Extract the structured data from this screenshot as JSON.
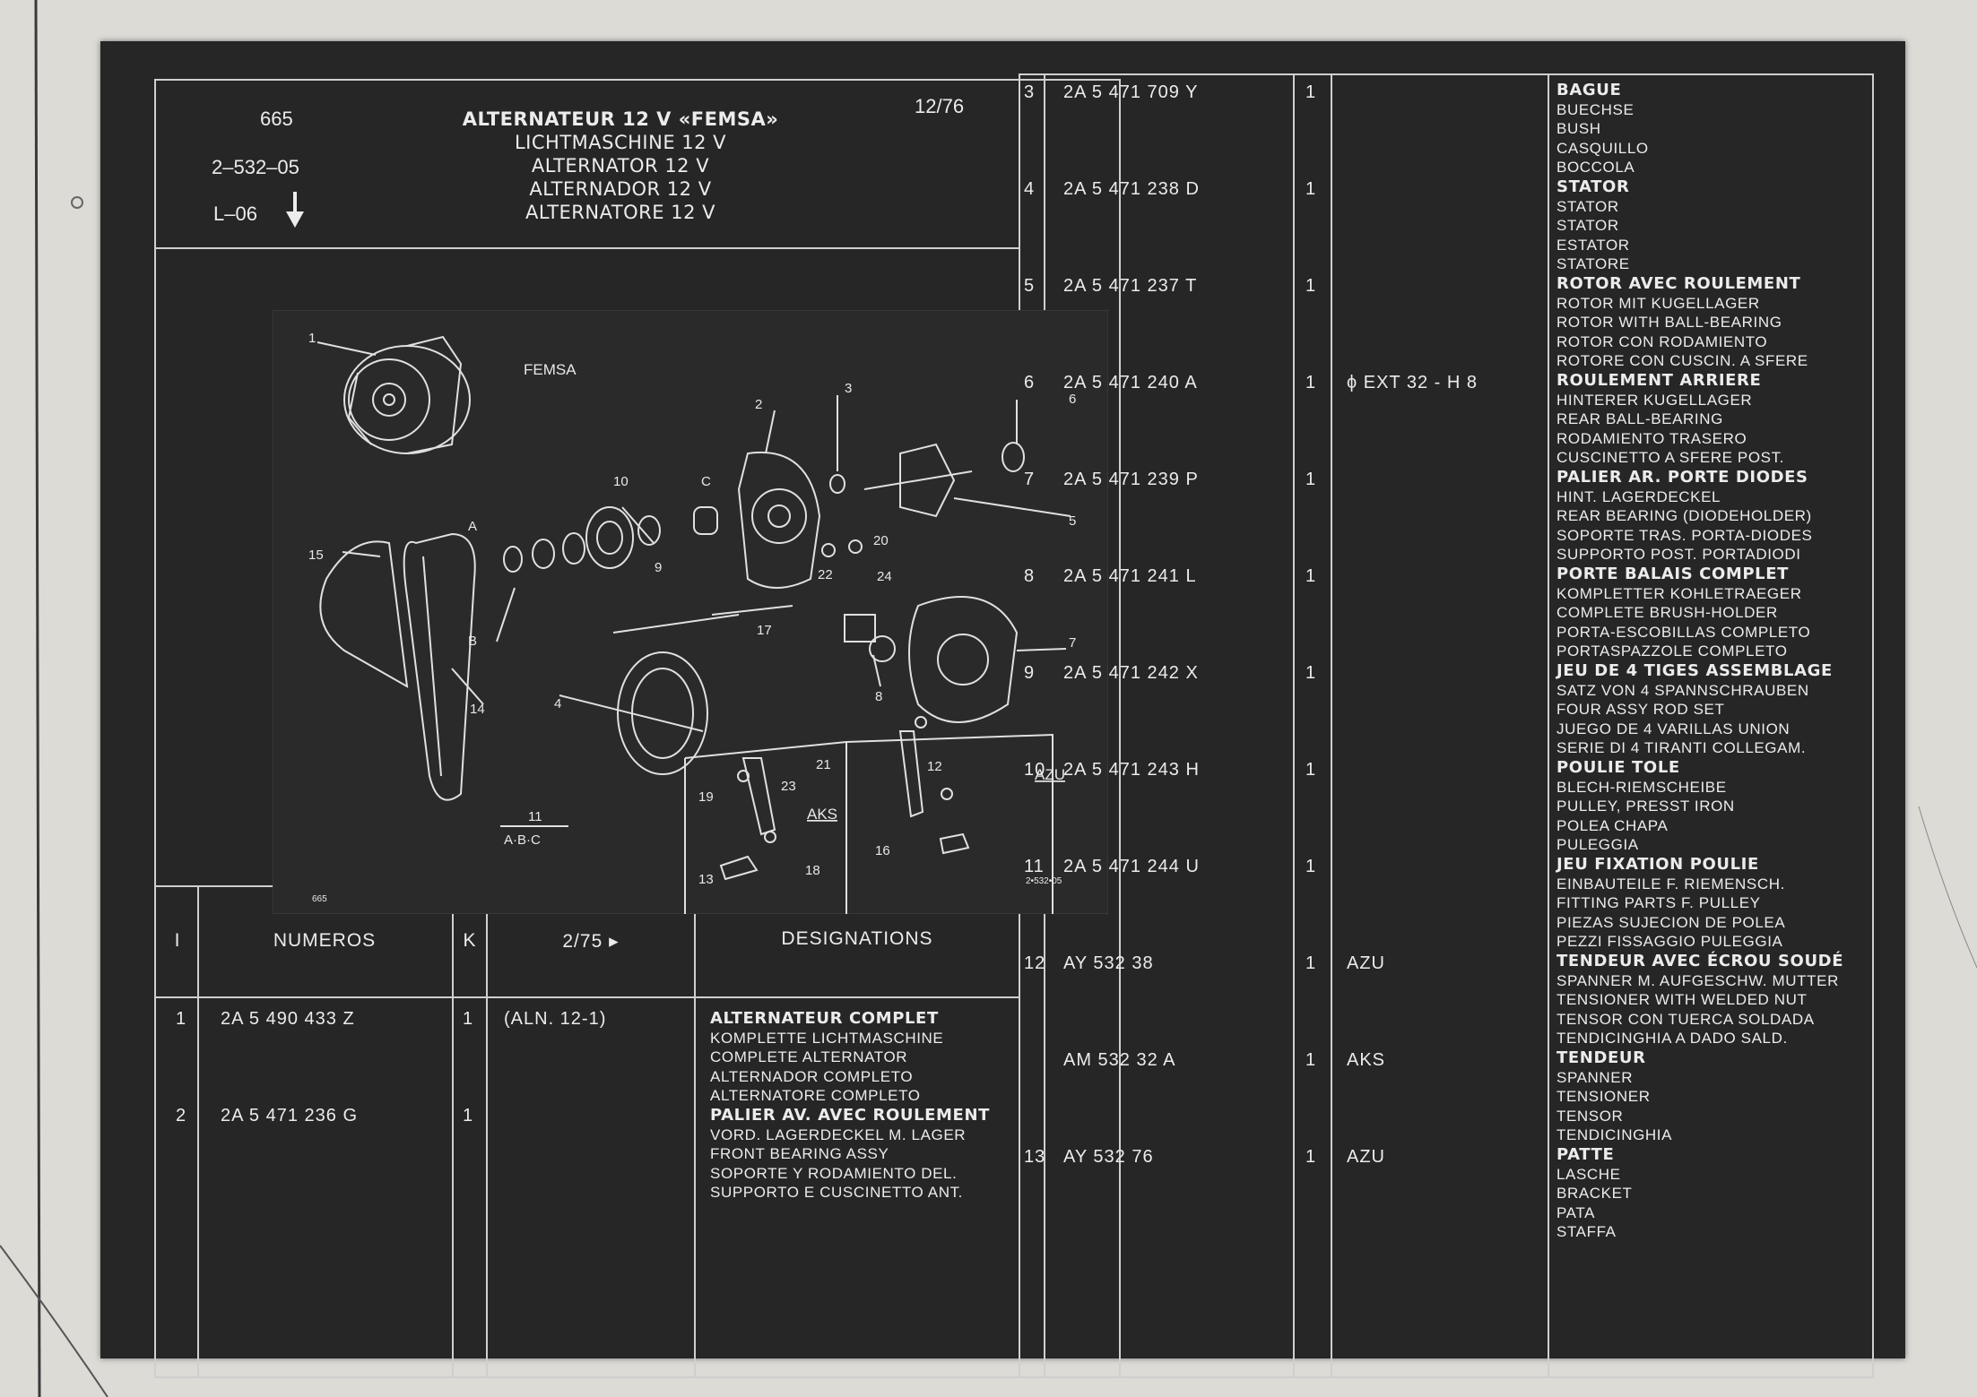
{
  "header": {
    "group": "665",
    "ref": "2–532–05",
    "level": "L–06",
    "date": "12/76",
    "titles": [
      "ALTERNATEUR 12 V «FEMSA»",
      "LICHTMASCHINE 12 V",
      "ALTERNATOR 12 V",
      "ALTERNADOR 12 V",
      "ALTERNATORE 12 V"
    ]
  },
  "drawing": {
    "brand": "FEMSA",
    "variant_azu": "AZU",
    "variant_aks": "AKS",
    "corner_code": "665",
    "ref_code": "2•532•05",
    "group_label": "11",
    "group_sub": "A·B·C",
    "callouts": [
      "1",
      "2",
      "3",
      "4",
      "5",
      "6",
      "7",
      "8",
      "9",
      "10",
      "12",
      "13",
      "14",
      "15",
      "16",
      "17",
      "18",
      "19",
      "20",
      "21",
      "22",
      "23",
      "24",
      "A",
      "B",
      "C"
    ]
  },
  "columns": {
    "index": "I",
    "numeros": "NUMEROS",
    "k": "K",
    "revision": "2/75 ▸",
    "designations": "DESIGNATIONS"
  },
  "rows": [
    {
      "pos": "1",
      "part": "2A  5  490  433  Z",
      "qty": "1",
      "note": "(ALN. 12-1)",
      "desig": [
        "ALTERNATEUR COMPLET",
        "KOMPLETTE LICHTMASCHINE",
        "COMPLETE ALTERNATOR",
        "ALTERNADOR COMPLETO",
        "ALTERNATORE COMPLETO"
      ]
    },
    {
      "pos": "2",
      "part": "2A  5  471  236  G",
      "qty": "1",
      "note": "",
      "desig": [
        "PALIER AV. AVEC ROULEMENT",
        "VORD. LAGERDECKEL M. LAGER",
        "FRONT BEARING ASSY",
        "SOPORTE Y RODAMIENTO DEL.",
        "SUPPORTO E CUSCINETTO ANT."
      ]
    },
    {
      "pos": "3",
      "part": "2A  5  471  709  Y",
      "qty": "1",
      "note": "",
      "desig": [
        "BAGUE",
        "BUECHSE",
        "BUSH",
        "CASQUILLO",
        "BOCCOLA"
      ]
    },
    {
      "pos": "4",
      "part": "2A  5  471  238  D",
      "qty": "1",
      "note": "",
      "desig": [
        "STATOR",
        "STATOR",
        "STATOR",
        "ESTATOR",
        "STATORE"
      ]
    },
    {
      "pos": "5",
      "part": "2A  5  471  237  T",
      "qty": "1",
      "note": "",
      "desig": [
        "ROTOR AVEC ROULEMENT",
        "ROTOR MIT KUGELLAGER",
        "ROTOR WITH BALL-BEARING",
        "ROTOR CON RODAMIENTO",
        "ROTORE CON CUSCIN. A SFERE"
      ]
    },
    {
      "pos": "6",
      "part": "2A  5  471  240  A",
      "qty": "1",
      "note": "ϕ EXT 32 - H 8",
      "desig": [
        "ROULEMENT ARRIERE",
        "HINTERER KUGELLAGER",
        "REAR BALL-BEARING",
        "RODAMIENTO TRASERO",
        "CUSCINETTO A SFERE POST."
      ]
    },
    {
      "pos": "7",
      "part": "2A  5  471  239  P",
      "qty": "1",
      "note": "",
      "desig": [
        "PALIER AR. PORTE DIODES",
        "HINT. LAGERDECKEL",
        "REAR BEARING (DIODEHOLDER)",
        "SOPORTE TRAS. PORTA-DIODES",
        "SUPPORTO POST. PORTADIODI"
      ]
    },
    {
      "pos": "8",
      "part": "2A  5  471  241  L",
      "qty": "1",
      "note": "",
      "desig": [
        "PORTE BALAIS COMPLET",
        "KOMPLETTER KOHLETRAEGER",
        "COMPLETE BRUSH-HOLDER",
        "PORTA-ESCOBILLAS COMPLETO",
        "PORTASPAZZOLE COMPLETO"
      ]
    },
    {
      "pos": "9",
      "part": "2A  5  471  242  X",
      "qty": "1",
      "note": "",
      "desig": [
        "JEU DE 4 TIGES ASSEMBLAGE",
        "SATZ VON 4  SPANNSCHRAUBEN",
        "FOUR ASSY ROD SET",
        "JUEGO DE 4 VARILLAS UNION",
        "SERIE DI 4 TIRANTI COLLEGAM."
      ]
    },
    {
      "pos": "10",
      "part": "2A  5  471  243  H",
      "qty": "1",
      "note": "",
      "desig": [
        "POULIE TOLE",
        "BLECH-RIEMSCHEIBE",
        "PULLEY, PRESST IRON",
        "POLEA CHAPA",
        "PULEGGIA"
      ]
    },
    {
      "pos": "11",
      "part": "2A  5  471  244  U",
      "qty": "1",
      "note": "",
      "desig": [
        "JEU FIXATION POULIE",
        "EINBAUTEILE F. RIEMENSCH.",
        "FITTING PARTS F. PULLEY",
        "PIEZAS SUJECION DE POLEA",
        "PEZZI FISSAGGIO PULEGGIA"
      ]
    },
    {
      "pos": "12",
      "part": "AY     532    38",
      "qty": "1",
      "note": "AZU",
      "desig": [
        "TENDEUR AVEC ÉCROU SOUDÉ",
        "SPANNER M. AUFGESCHW. MUTTER",
        "TENSIONER WITH WELDED NUT",
        "TENSOR CON TUERCA SOLDADA",
        "TENDICINGHIA A DADO SALD."
      ]
    },
    {
      "pos": "",
      "part": "AM     532    32  A",
      "qty": "1",
      "note": "AKS",
      "desig": [
        "TENDEUR",
        "SPANNER",
        "TENSIONER",
        "TENSOR",
        "TENDICINGHIA"
      ]
    },
    {
      "pos": "13",
      "part": "AY     532    76",
      "qty": "1",
      "note": "AZU",
      "desig": [
        "PATTE",
        "LASCHE",
        "BRACKET",
        "PATA",
        "STAFFA"
      ]
    }
  ]
}
